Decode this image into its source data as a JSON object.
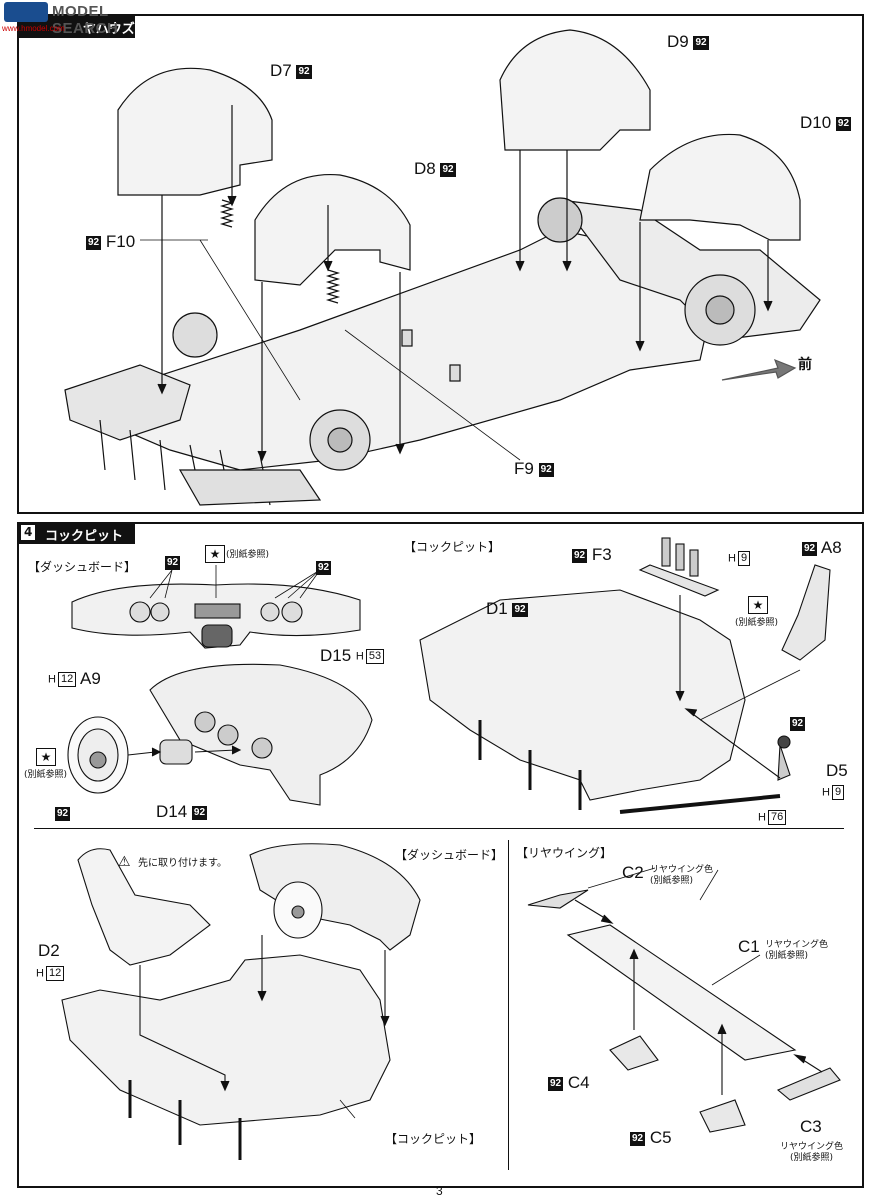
{
  "watermark": {
    "brand": "MODEL SEARCH",
    "site": "www.hmodel.com"
  },
  "section3": {
    "title": "ヤハウズ"
  },
  "section4": {
    "number": "4",
    "title": "コックピット"
  },
  "badge": "92",
  "h_prefix": "H",
  "forward": "前",
  "parts": {
    "D7": "D7",
    "D8": "D8",
    "D9": "D9",
    "D10": "D10",
    "F9": "F9",
    "F10": "F10",
    "F3": "F3",
    "A8": "A8",
    "A9": "A9",
    "D1": "D1",
    "D2": "D2",
    "D5": "D5",
    "D14": "D14",
    "D15": "D15",
    "C1": "C1",
    "C2": "C2",
    "C3": "C3",
    "C4": "C4",
    "C5": "C5"
  },
  "hnums": {
    "h9a": "9",
    "h9b": "9",
    "h12a": "12",
    "h12b": "12",
    "h53": "53",
    "h76": "76"
  },
  "headings": {
    "dashboard": "【ダッシュボード】",
    "cockpit": "【コックピット】",
    "rearwing": "【リヤウイング】",
    "dashboard2": "【ダッシュボード】",
    "cockpit2": "【コックピット】"
  },
  "notes": {
    "see_separate": "(別紙参照)",
    "attach_first": "先に取り付けます。",
    "rearwing_color": "リヤウイング色",
    "rearwing_color_sep": "(別紙参照)"
  },
  "page_number": "3"
}
